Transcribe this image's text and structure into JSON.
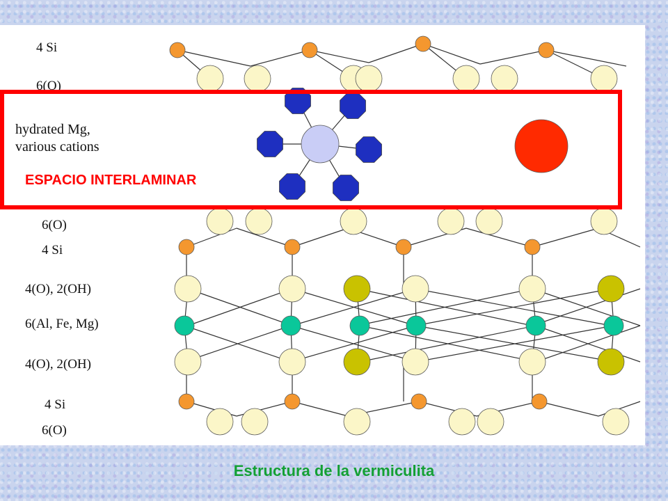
{
  "layer_labels": {
    "top_si": "4 Si",
    "top_o": "6(O)",
    "interlayer": [
      "hydrated Mg,",
      "various cations"
    ],
    "o_mid": "6(O)",
    "si_upper": "4 Si",
    "oh_upper": "4(O), 2(OH)",
    "octahedral": "6(Al, Fe, Mg)",
    "oh_lower": "4(O), 2(OH)",
    "si_lower": "4 Si",
    "o_bottom": "6(O)"
  },
  "interlayer_title": "ESPACIO INTERLAMINAR",
  "caption": "Estructura de la vermiculita",
  "colors": {
    "silicon": "#f4972f",
    "oxygen": "#fbf6c8",
    "hydroxyl": "#c9c200",
    "octahedral_cation": "#0ac79a",
    "water": "#1e2fc0",
    "mg": "#c9cdf6",
    "cation": "#ff2a00",
    "frame": "#ff0000",
    "caption": "#14a034",
    "bonds": "#333333"
  }
}
